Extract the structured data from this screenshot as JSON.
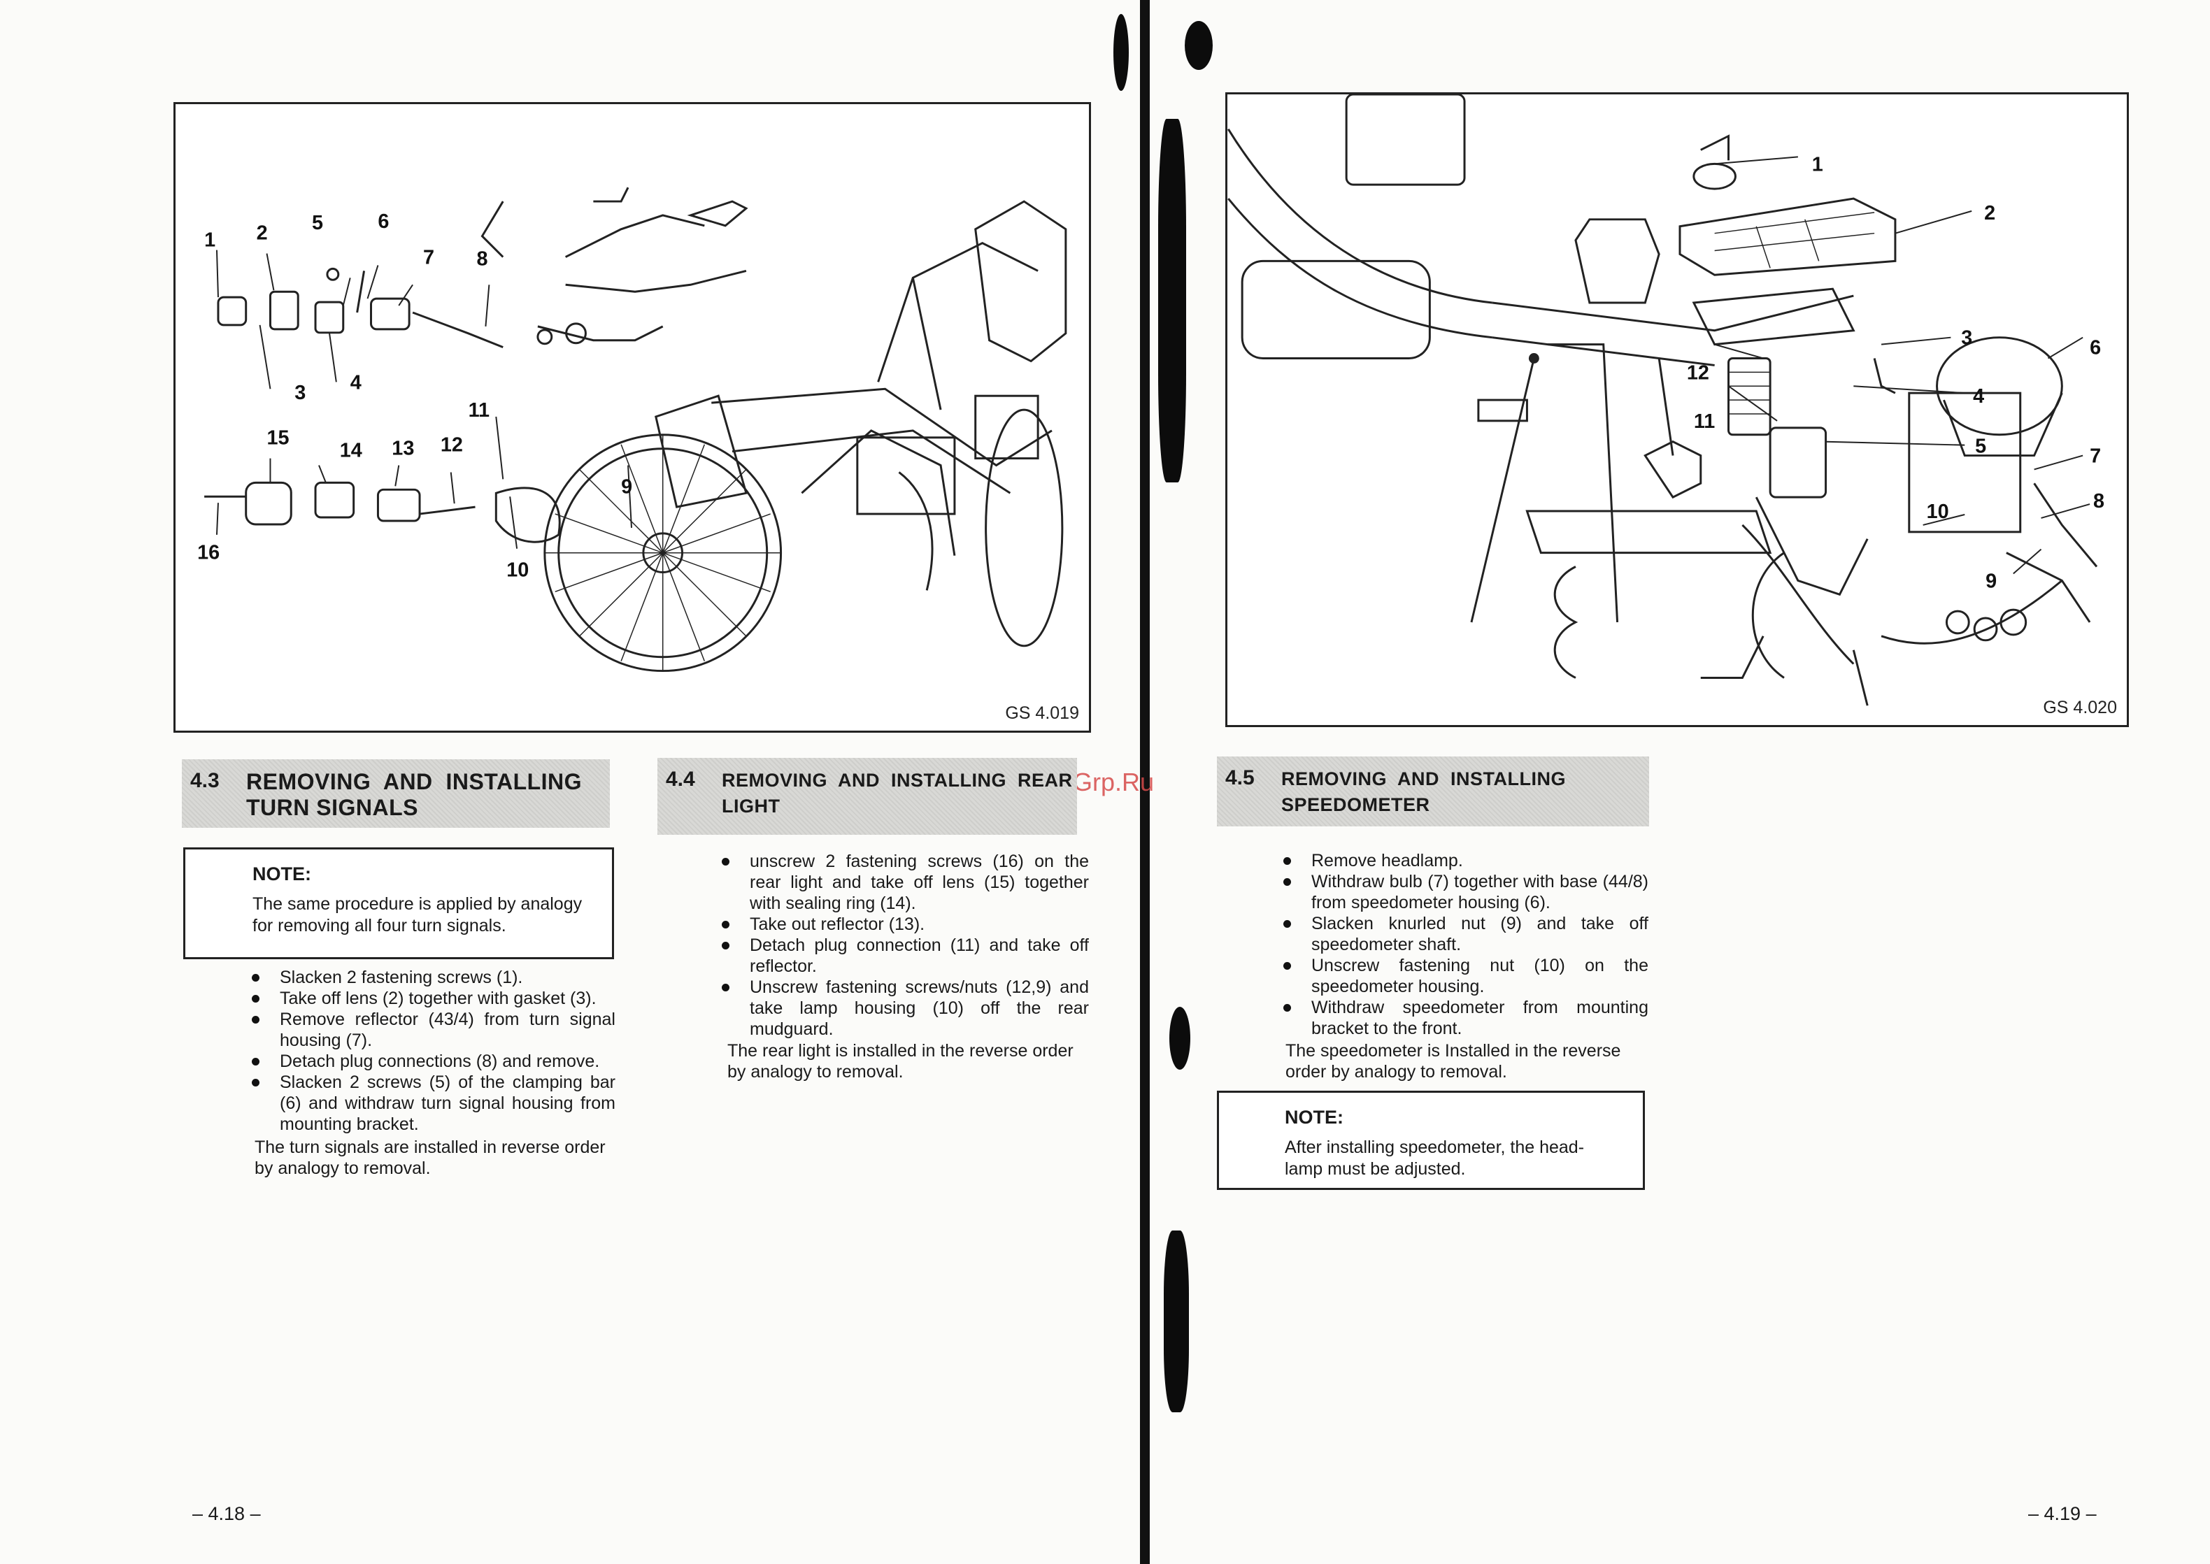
{
  "watermark": "McGrp.Ru",
  "left_page": {
    "figure": {
      "code": "GS 4.019",
      "callouts": [
        "1",
        "2",
        "3",
        "4",
        "5",
        "6",
        "7",
        "8",
        "9",
        "10",
        "11",
        "12",
        "13",
        "14",
        "15",
        "16"
      ]
    },
    "section": {
      "number": "4.3",
      "title_line1": "REMOVING  AND  INSTALLING",
      "title_line2": "TURN SIGNALS"
    },
    "note": {
      "title": "NOTE:",
      "line1": "The same procedure is applied by analogy",
      "line2": "for removing all four turn signals."
    },
    "steps": [
      "Slacken 2 fastening screws (1).",
      "Take off lens (2) together with gasket (3).",
      "Remove reflector (43/4) from turn signal housing (7).",
      "Detach plug connections (8) and remove.",
      "Slacken 2 screws (5) of the clamping bar (6) and withdraw turn signal housing from mounting bracket."
    ],
    "closing": "The turn signals are installed in reverse order by analogy to removal.",
    "page_number": "– 4.18 –"
  },
  "middle": {
    "section": {
      "number": "4.4",
      "title_line1": "REMOVING  AND  INSTALLING  REAR",
      "title_line2": "LIGHT"
    },
    "steps": [
      "unscrew 2 fastening screws (16) on the rear light and take off lens (15) together with sealing ring (14).",
      "Take out reflector (13).",
      "Detach plug connection (11) and take off reflector.",
      "Unscrew fastening screws/nuts (12,9) and take lamp housing (10) off the rear mudguard."
    ],
    "closing": "The rear light is installed in the reverse order by analogy to removal."
  },
  "right_page": {
    "figure": {
      "code": "GS 4.020",
      "callouts": [
        "1",
        "2",
        "3",
        "4",
        "5",
        "6",
        "7",
        "8",
        "9",
        "10",
        "11",
        "12"
      ]
    },
    "section": {
      "number": "4.5",
      "title_line1": "REMOVING  AND  INSTALLING",
      "title_line2": "SPEEDOMETER"
    },
    "steps": [
      "Remove headlamp.",
      "Withdraw bulb (7) together with base (44/8) from speedometer housing (6).",
      "Slacken knurled nut (9) and take off speedometer shaft.",
      "Unscrew fastening nut (10) on the speedometer housing.",
      "Withdraw speedometer from mounting bracket to the front."
    ],
    "closing": "The speedometer is Installed in the reverse order by analogy to removal.",
    "note": {
      "title": "NOTE:",
      "line1": "After installing speedometer, the head-",
      "line2": "lamp must be adjusted."
    },
    "page_number": "– 4.19 –"
  }
}
